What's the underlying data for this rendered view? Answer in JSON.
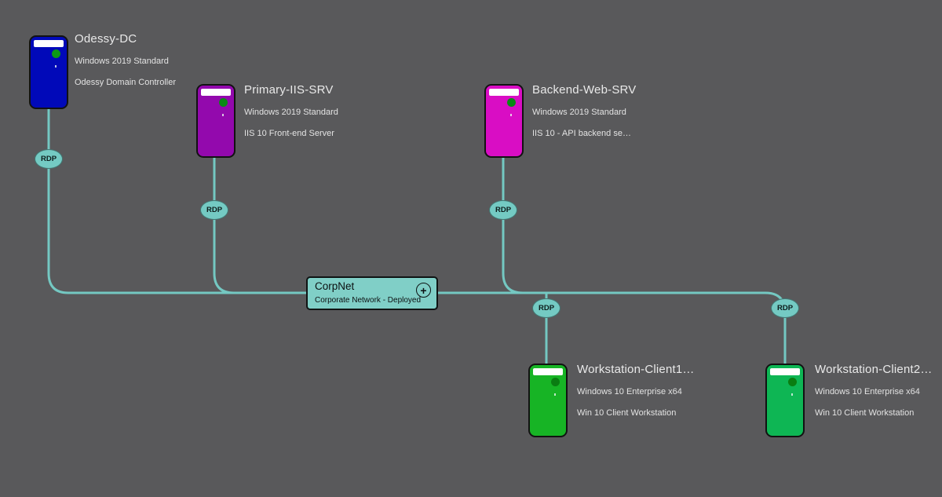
{
  "diagram": {
    "background": "#59595b",
    "wire_color": "#74c8c2",
    "edge_label_fill": "#74cac3"
  },
  "nodes": [
    {
      "title": "Odessy-DC",
      "os": "Windows 2019 Standard",
      "role": "Odessy Domain Controller",
      "color": "#0109b9",
      "status_color": "#0c9a16"
    },
    {
      "title": "Primary-IIS-SRV",
      "os": "Windows 2019 Standard",
      "role": "IIS 10 Front-end Server",
      "color": "#9309ad",
      "status_color": "#0a8a14"
    },
    {
      "title": "Backend-Web-SRV",
      "os": "Windows 2019 Standard",
      "role": "IIS 10 - API backend se…",
      "color": "#d90dc4",
      "status_color": "#0a8a14"
    },
    {
      "title": "Workstation-Client1…",
      "os": "Windows 10 Enterprise x64",
      "role": "Win 10 Client Workstation",
      "color": "#17b425",
      "status_color": "#0a7d12"
    },
    {
      "title": "Workstation-Client2…",
      "os": "Windows 10 Enterprise x64",
      "role": "Win 10 Client Workstation",
      "color": "#0eb654",
      "status_color": "#0a7d12"
    }
  ],
  "network": {
    "name": "CorpNet",
    "description": "Corporate Network - Deployed",
    "fill": "#80cfc7",
    "add_symbol": "+"
  },
  "edges": [
    {
      "label": "RDP"
    },
    {
      "label": "RDP"
    },
    {
      "label": "RDP"
    },
    {
      "label": "RDP"
    },
    {
      "label": "RDP"
    }
  ]
}
